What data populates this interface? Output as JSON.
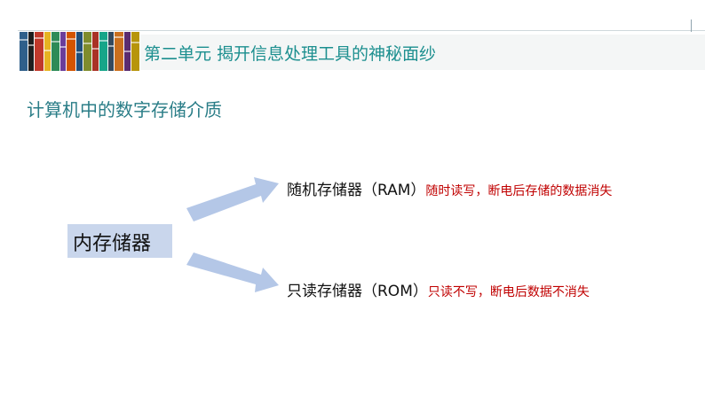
{
  "header": {
    "title": "第二单元 揭开信息处理工具的神秘面纱"
  },
  "section": {
    "title": "计算机中的数字存储介质"
  },
  "diagram": {
    "source": "内存储器",
    "branches": [
      {
        "name": "随机存储器（RAM）",
        "description": "随时读写，断电后存储的数据消失"
      },
      {
        "name": "只读存储器（ROM）",
        "description": "只读不写，断电后数据不消失"
      }
    ]
  },
  "colors": {
    "accent": "#1c8f8f",
    "arrow": "#b4c7e7",
    "box": "#c9d6ec",
    "description": "#c00000"
  },
  "icons": [
    "books-image",
    "arrow-up-right",
    "arrow-down-right"
  ]
}
